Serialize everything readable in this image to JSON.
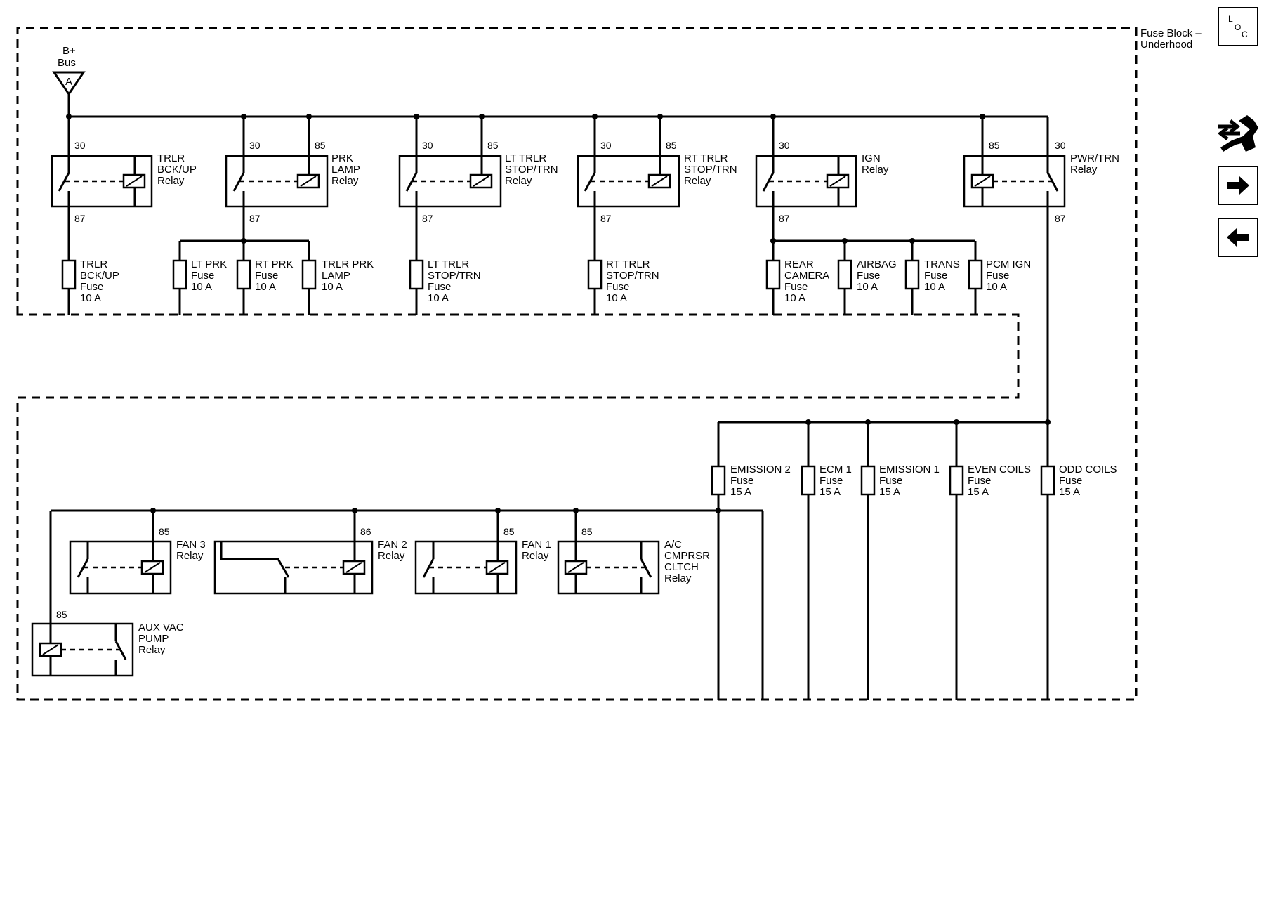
{
  "header": {
    "fuse_block_label_1": "Fuse Block –",
    "fuse_block_label_2": "Underhood",
    "b_plus_1": "B+",
    "b_plus_2": "Bus",
    "connector_letter": "A"
  },
  "loc_button": {
    "l": "L",
    "o": "O",
    "c": "C"
  },
  "icons": [
    "loc-icon",
    "connector-end-view-icon",
    "next-page-arrow-icon",
    "previous-page-arrow-icon"
  ],
  "pins": {
    "p30": "30",
    "p85": "85",
    "p86": "86",
    "p87": "87"
  },
  "relays": {
    "trlr_bckup": [
      "TRLR",
      "BCK/UP",
      "Relay"
    ],
    "prk_lamp": [
      "PRK",
      "LAMP",
      "Relay"
    ],
    "lt_trlr": [
      "LT TRLR",
      "STOP/TRN",
      "Relay"
    ],
    "rt_trlr": [
      "RT TRLR",
      "STOP/TRN",
      "Relay"
    ],
    "ign": [
      "IGN",
      "Relay"
    ],
    "pwr_trn": [
      "PWR/TRN",
      "Relay"
    ],
    "fan3": [
      "FAN 3",
      "Relay"
    ],
    "fan2": [
      "FAN 2",
      "Relay"
    ],
    "fan1": [
      "FAN 1",
      "Relay"
    ],
    "ac_cmprsr": [
      "A/C",
      "CMPRSR",
      "CLTCH",
      "Relay"
    ],
    "aux_vac": [
      "AUX VAC",
      "PUMP",
      "Relay"
    ]
  },
  "fuses": {
    "trlr_bckup": [
      "TRLR",
      "BCK/UP",
      "Fuse",
      "10 A"
    ],
    "lt_prk": [
      "LT PRK",
      "Fuse",
      "10 A"
    ],
    "rt_prk": [
      "RT PRK",
      "Fuse",
      "10 A"
    ],
    "trlr_prk": [
      "TRLR PRK",
      "LAMP",
      "10 A"
    ],
    "lt_trlr": [
      "LT TRLR",
      "STOP/TRN",
      "Fuse",
      "10 A"
    ],
    "rt_trlr": [
      "RT TRLR",
      "STOP/TRN",
      "Fuse",
      "10 A"
    ],
    "rear_camera": [
      "REAR",
      "CAMERA",
      "Fuse",
      "10 A"
    ],
    "airbag": [
      "AIRBAG",
      "Fuse",
      "10 A"
    ],
    "trans": [
      "TRANS",
      "Fuse",
      "10 A"
    ],
    "pcm_ign": [
      "PCM IGN",
      "Fuse",
      "10 A"
    ],
    "emission2": [
      "EMISSION 2",
      "Fuse",
      "15 A"
    ],
    "ecm1": [
      "ECM 1",
      "Fuse",
      "15 A"
    ],
    "emission1": [
      "EMISSION 1",
      "Fuse",
      "15 A"
    ],
    "even_coils": [
      "EVEN COILS",
      "Fuse",
      "15 A"
    ],
    "odd_coils": [
      "ODD COILS",
      "Fuse",
      "15 A"
    ]
  }
}
